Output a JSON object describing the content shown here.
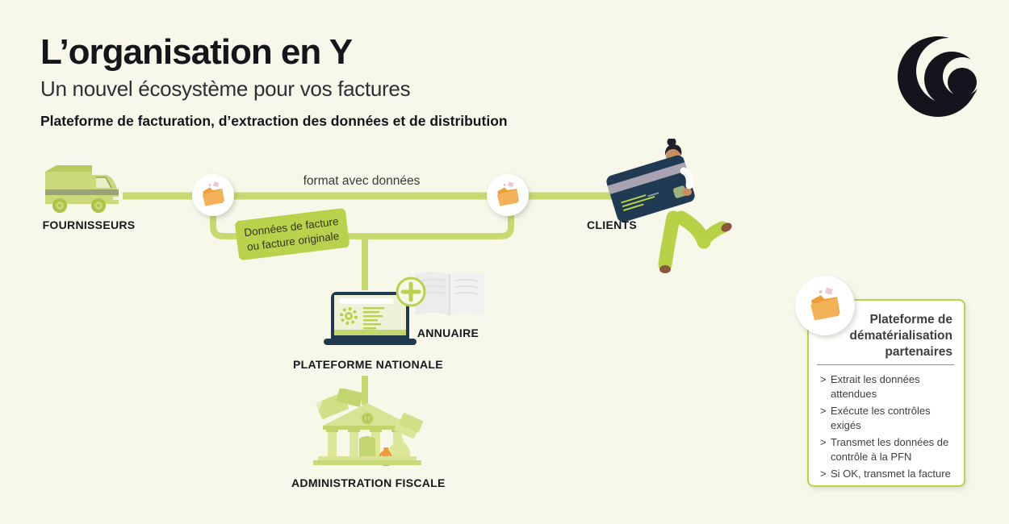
{
  "colors": {
    "background": "#f7f8e9",
    "accent_green": "#b9d24b",
    "line_green": "#c7da6f",
    "pale_green": "#eef2d8",
    "navy": "#20394f",
    "folder_orange": "#ee9f3c",
    "text_dark": "#15151c",
    "text_gray": "#3e3e3e"
  },
  "header": {
    "title": "L’organisation en Y",
    "subtitle": "Un nouvel écosystème pour vos factures",
    "tagline": "Plateforme de facturation, d’extraction des données et de distribution"
  },
  "brand": {
    "logo_name": "swirl-crescents-logo"
  },
  "diagram": {
    "flow_label": "format avec données",
    "branch_label_lines": [
      "Données de facture",
      "ou facture originale"
    ],
    "nodes": {
      "fournisseurs": "FOURNISSEURS",
      "clients": "CLIENTS",
      "plateforme_nationale": "PLATEFORME NATIONALE",
      "annuaire": "ANNUAIRE",
      "administration_fiscale": "ADMINISTRATION FISCALE"
    },
    "icons": {
      "truck": "delivery-truck-icon",
      "folder": "orange-folder-icon",
      "laptop": "laptop-platform-icon",
      "plus": "plus-link-icon",
      "book": "directory-book-icon",
      "bank": "tax-administration-icon",
      "card_person": "client-credit-card-icon"
    }
  },
  "panel": {
    "title_lines": [
      "Plateforme de",
      "dématérialisation",
      "partenaires"
    ],
    "bullet": ">",
    "items": [
      "Extrait les données attendues",
      "Exécute les contrôles exigés",
      "Transmet les données de contrôle à la PFN",
      "Si OK, transmet la facture"
    ]
  }
}
